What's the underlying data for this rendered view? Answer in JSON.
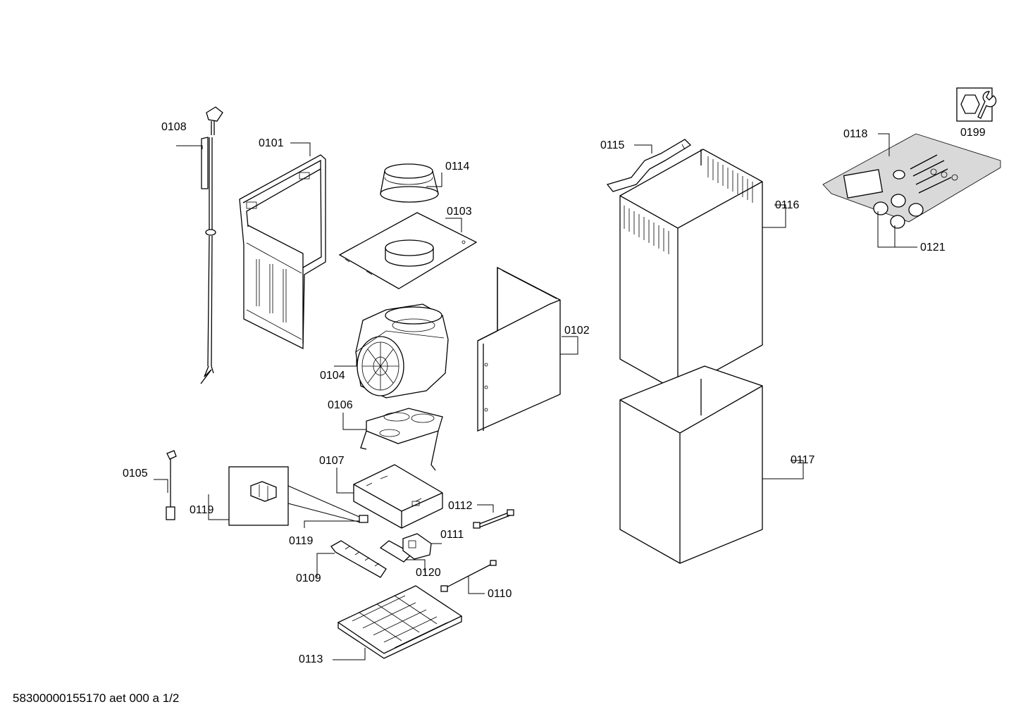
{
  "drawing_id": "58300000155170 aet 000 a 1/2",
  "parts": {
    "p0101": "0101",
    "p0102": "0102",
    "p0103": "0103",
    "p0104": "0104",
    "p0105": "0105",
    "p0106": "0106",
    "p0107": "0107",
    "p0108": "0108",
    "p0109": "0109",
    "p0110": "0110",
    "p0111": "0111",
    "p0112": "0112",
    "p0113": "0113",
    "p0114": "0114",
    "p0115": "0115",
    "p0116": "0116",
    "p0117": "0117",
    "p0118": "0118",
    "p0119": "0119",
    "p0120": "0120",
    "p0121": "0121",
    "p0199": "0199"
  },
  "icons": {
    "service_tool": "wrench-nut-icon"
  }
}
